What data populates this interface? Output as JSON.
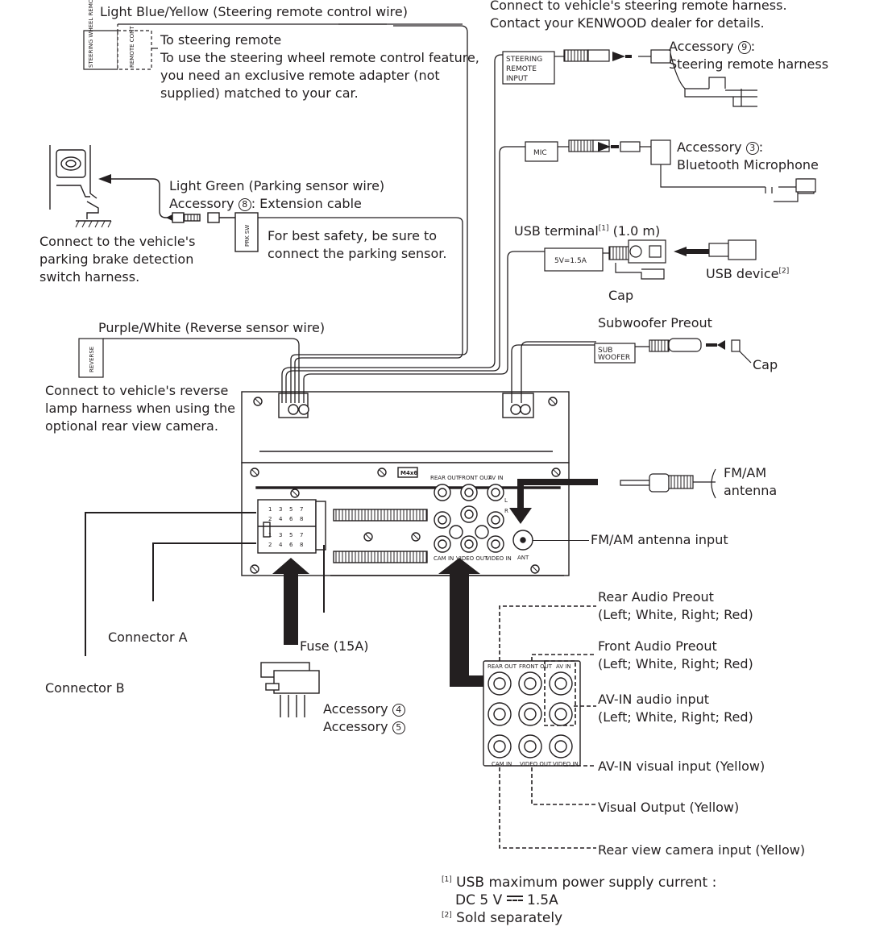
{
  "labels": {
    "steering_wire": "Light Blue/Yellow (Steering remote control wire)",
    "steering_to_remote": "To steering remote",
    "steering_desc_1": "To use the steering wheel remote control feature,",
    "steering_desc_2": "you need an exclusive remote adapter (not",
    "steering_desc_3": "supplied) matched to your car.",
    "steering_harness_note_1": "Connect to vehicle's steering remote harness.",
    "steering_harness_note_2": "Contact your KENWOOD dealer for details.",
    "acc9_prefix": "Accessory",
    "acc9_num": "9",
    "acc9_suffix": ":",
    "acc9_name": "Steering remote harness",
    "acc3_prefix": "Accessory",
    "acc3_num": "3",
    "acc3_suffix": ":",
    "acc3_name": "Bluetooth Microphone",
    "parking_wire": "Light Green (Parking sensor wire)",
    "acc8_prefix": "Accessory",
    "acc8_num": "8",
    "acc8_suffix": ": Extension cable",
    "parking_safety_1": "For best safety, be sure to",
    "parking_safety_2": "connect the parking sensor.",
    "parking_brake_1": "Connect to the vehicle's",
    "parking_brake_2": "parking brake detection",
    "parking_brake_3": "switch harness.",
    "usb_terminal": "USB terminal",
    "usb_terminal_ref": "[1]",
    "usb_terminal_len": " (1.0 m)",
    "usb_device": "USB device",
    "usb_device_ref": "[2]",
    "cap_usb": "Cap",
    "reverse_wire": "Purple/White (Reverse sensor wire)",
    "reverse_desc_1": "Connect to vehicle's reverse",
    "reverse_desc_2": "lamp harness when using the",
    "reverse_desc_3": "optional rear view camera.",
    "subwoofer_preout": "Subwoofer Preout",
    "cap_sub": "Cap",
    "fm_am_antenna_1": "FM/AM",
    "fm_am_antenna_2": "antenna",
    "fm_am_input": "FM/AM antenna input",
    "connector_a": "Connector A",
    "connector_b": "Connector B",
    "fuse": "Fuse (15A)",
    "acc4_prefix": "Accessory",
    "acc4_num": "4",
    "acc5_prefix": "Accessory",
    "acc5_num": "5",
    "rear_preout_1": "Rear Audio Preout",
    "rear_preout_2": "(Left; White, Right; Red)",
    "front_preout_1": "Front Audio Preout",
    "front_preout_2": "(Left; White, Right; Red)",
    "avin_audio_1": "AV-IN audio input",
    "avin_audio_2": "(Left; White, Right; Red)",
    "avin_visual": "AV-IN visual input (Yellow)",
    "visual_output": "Visual Output (Yellow)",
    "rear_camera": "Rear view camera input (Yellow)",
    "footnote1_ref": "[1]",
    "footnote1_1": "USB maximum power supply current :",
    "footnote1_2a": "DC 5 V",
    "footnote1_2b": "1.5A",
    "footnote2_ref": "[2]",
    "footnote2": "Sold separately"
  },
  "tags": {
    "steering_wheel_remote_input": "STEERING WHEEL REMOTE INPUT",
    "remote_cont": "REMOTE CONT",
    "steering_remote_input_1": "STEERING",
    "steering_remote_input_2": "REMOTE",
    "steering_remote_input_3": "INPUT",
    "mic": "MIC",
    "prk_sw": "PRK SW",
    "usb_power": "5V=1.5A",
    "reverse": "REVERSE",
    "sub_woofer_1": "SUB",
    "sub_woofer_2": "WOOFER",
    "screw": "M4x6",
    "rear_out": "REAR OUT",
    "front_out": "FRONT OUT",
    "av_in": "AV IN",
    "cam_in": "CAM IN",
    "video_out": "VIDEO OUT",
    "video_in": "VIDEO IN",
    "ant": "ANT",
    "L": "L",
    "R": "R",
    "pins_top": [
      "1",
      "3",
      "5",
      "7",
      "2",
      "4",
      "6",
      "8"
    ]
  }
}
